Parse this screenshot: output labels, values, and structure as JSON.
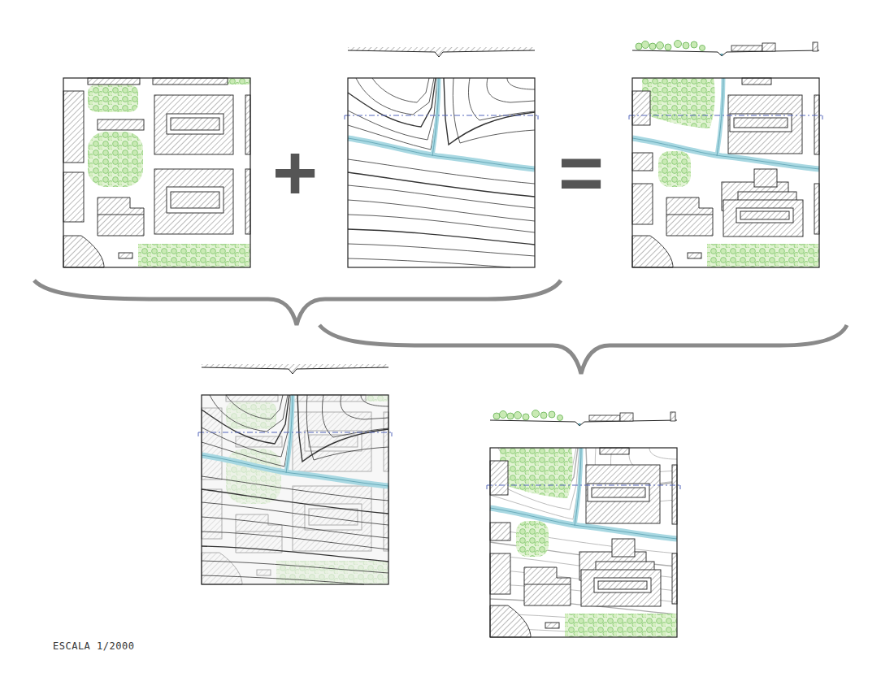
{
  "diagram": {
    "labels": [
      "+",
      "=",
      "ESCALA 1/2000"
    ]
  }
}
